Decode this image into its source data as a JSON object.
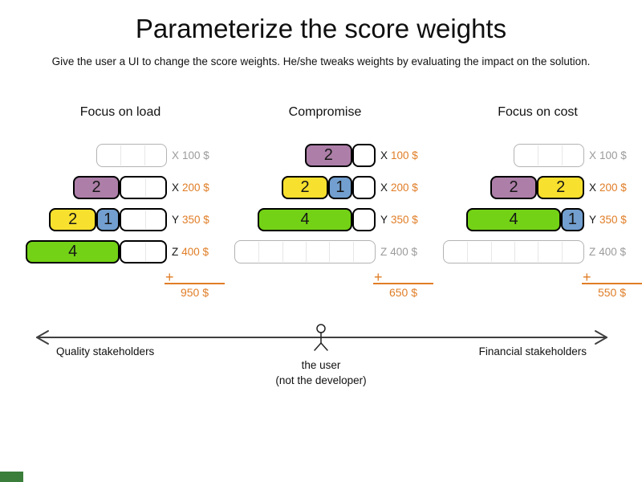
{
  "title": "Parameterize the score weights",
  "subtitle": "Give the user a UI to change the score weights. He/she tweaks weights by evaluating the impact on the solution.",
  "colors": {
    "purple": "#ad7fa8",
    "yellow": "#f7e02e",
    "blue": "#729fcf",
    "green": "#73d216",
    "orange": "#e07d26",
    "inactive_gray": "#9b9b9b",
    "arrow_gray": "#3f3f3f",
    "footer_green": "#3b7d3b"
  },
  "panels": [
    {
      "header": "Focus on load",
      "plus_label": "+",
      "total": "950 $",
      "rows": [
        {
          "letter": "X",
          "amount": "100 $",
          "capacity": 3,
          "active": false,
          "blocks": []
        },
        {
          "letter": "X",
          "amount": "200 $",
          "capacity": 4,
          "active": true,
          "blocks": [
            {
              "value": "2",
              "color": "purple"
            }
          ]
        },
        {
          "letter": "Y",
          "amount": "350 $",
          "capacity": 5,
          "active": true,
          "blocks": [
            {
              "value": "2",
              "color": "yellow"
            },
            {
              "value": "1",
              "color": "blue"
            }
          ]
        },
        {
          "letter": "Z",
          "amount": "400 $",
          "capacity": 6,
          "active": true,
          "blocks": [
            {
              "value": "4",
              "color": "green"
            }
          ]
        }
      ]
    },
    {
      "header": "Compromise",
      "plus_label": "+",
      "total": "650 $",
      "rows": [
        {
          "letter": "X",
          "amount": "100 $",
          "capacity": 3,
          "active": true,
          "blocks": [
            {
              "value": "2",
              "color": "purple"
            }
          ]
        },
        {
          "letter": "X",
          "amount": "200 $",
          "capacity": 4,
          "active": true,
          "blocks": [
            {
              "value": "2",
              "color": "yellow"
            },
            {
              "value": "1",
              "color": "blue"
            }
          ]
        },
        {
          "letter": "Y",
          "amount": "350 $",
          "capacity": 5,
          "active": true,
          "blocks": [
            {
              "value": "4",
              "color": "green"
            }
          ]
        },
        {
          "letter": "Z",
          "amount": "400 $",
          "capacity": 6,
          "active": false,
          "blocks": []
        }
      ]
    },
    {
      "header": "Focus on cost",
      "plus_label": "+",
      "total": "550 $",
      "rows": [
        {
          "letter": "X",
          "amount": "100 $",
          "capacity": 3,
          "active": false,
          "blocks": []
        },
        {
          "letter": "X",
          "amount": "200 $",
          "capacity": 4,
          "active": true,
          "blocks": [
            {
              "value": "2",
              "color": "purple"
            },
            {
              "value": "2",
              "color": "yellow"
            }
          ]
        },
        {
          "letter": "Y",
          "amount": "350 $",
          "capacity": 5,
          "active": true,
          "blocks": [
            {
              "value": "4",
              "color": "green"
            },
            {
              "value": "1",
              "color": "blue"
            }
          ]
        },
        {
          "letter": "Z",
          "amount": "400 $",
          "capacity": 6,
          "active": false,
          "blocks": []
        }
      ]
    }
  ],
  "axis": {
    "left_label": "Quality stakeholders",
    "right_label": "Financial stakeholders",
    "user_label_line1": "the user",
    "user_label_line2": "(not the developer)"
  }
}
